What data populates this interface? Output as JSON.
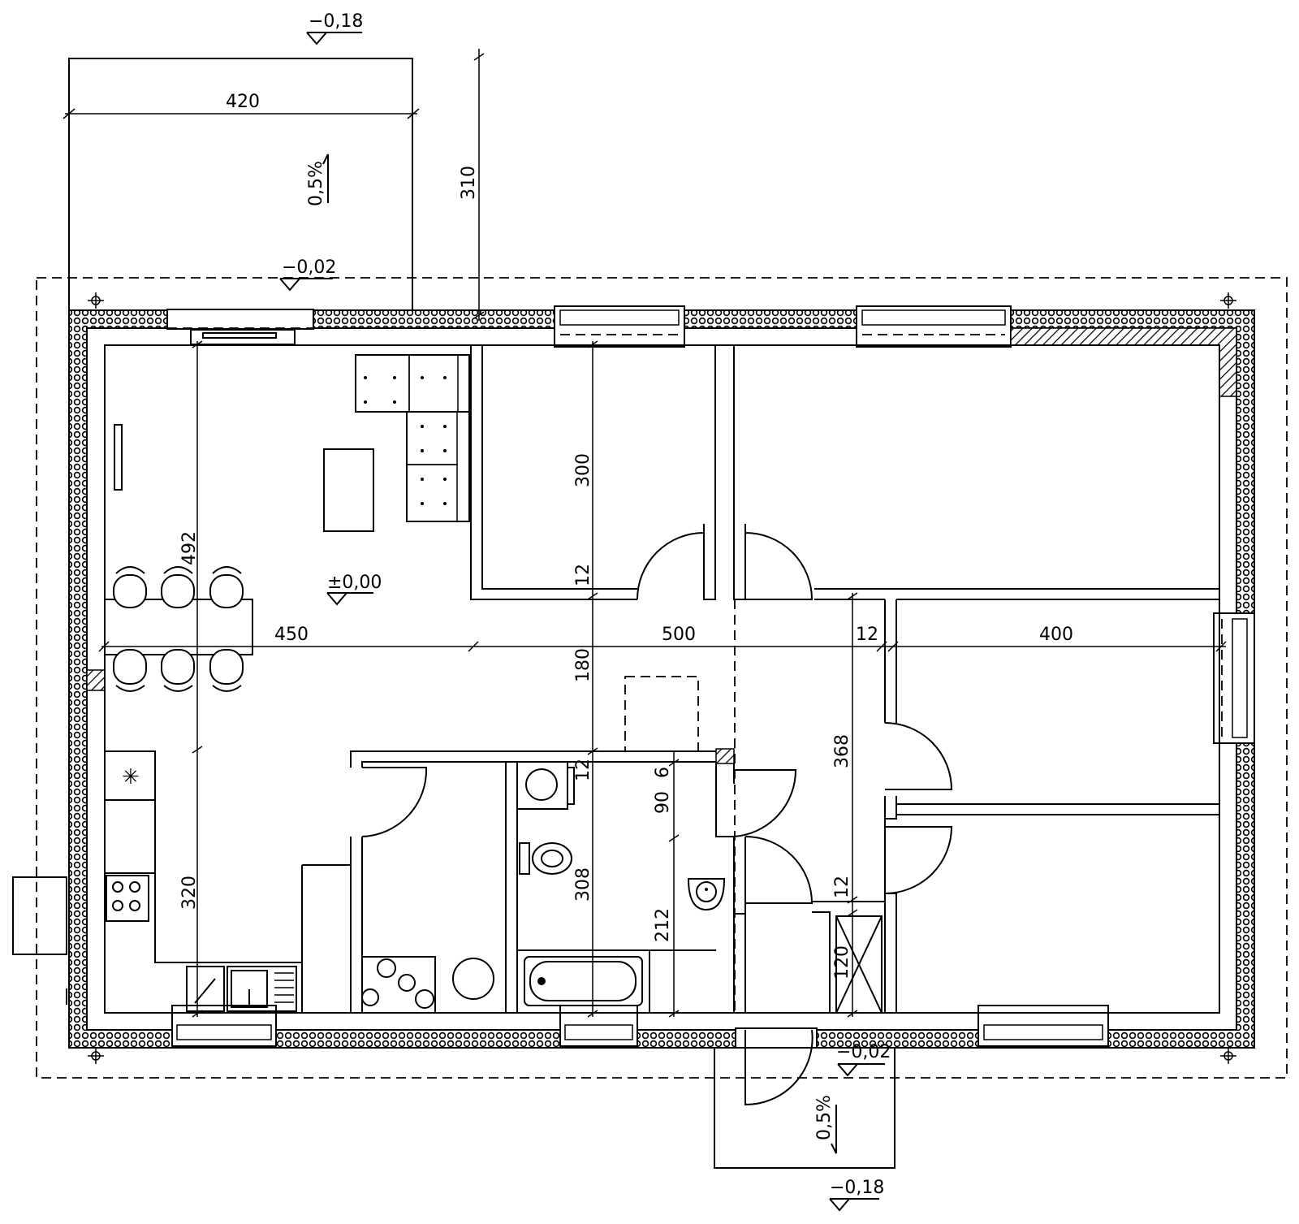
{
  "plan": {
    "elevations": {
      "terrace_outer": "−0,18",
      "terrace_inner": "−0,02",
      "floor": "±0,00",
      "entry_inner": "−0,02",
      "entry_outer": "−0,18"
    },
    "slopes": {
      "terrace": "0,5%",
      "entry": "0,5%"
    },
    "dimensions": {
      "terrace_width": "420",
      "terrace_depth": "310",
      "living_width": "450",
      "corridor_width": "500",
      "wall_12_a": "12",
      "bedroom_width": "400",
      "room_depth_300": "300",
      "wall_12_b": "12",
      "hall_180": "180",
      "wall_12_c": "12",
      "bath_308": "308",
      "kitchen_492": "492",
      "kitchen_320": "320",
      "bath_6": "6",
      "bath_90": "90",
      "bath_212": "212",
      "bedroom_368": "368",
      "wall_12_d": "12",
      "closet_120": "120"
    }
  }
}
